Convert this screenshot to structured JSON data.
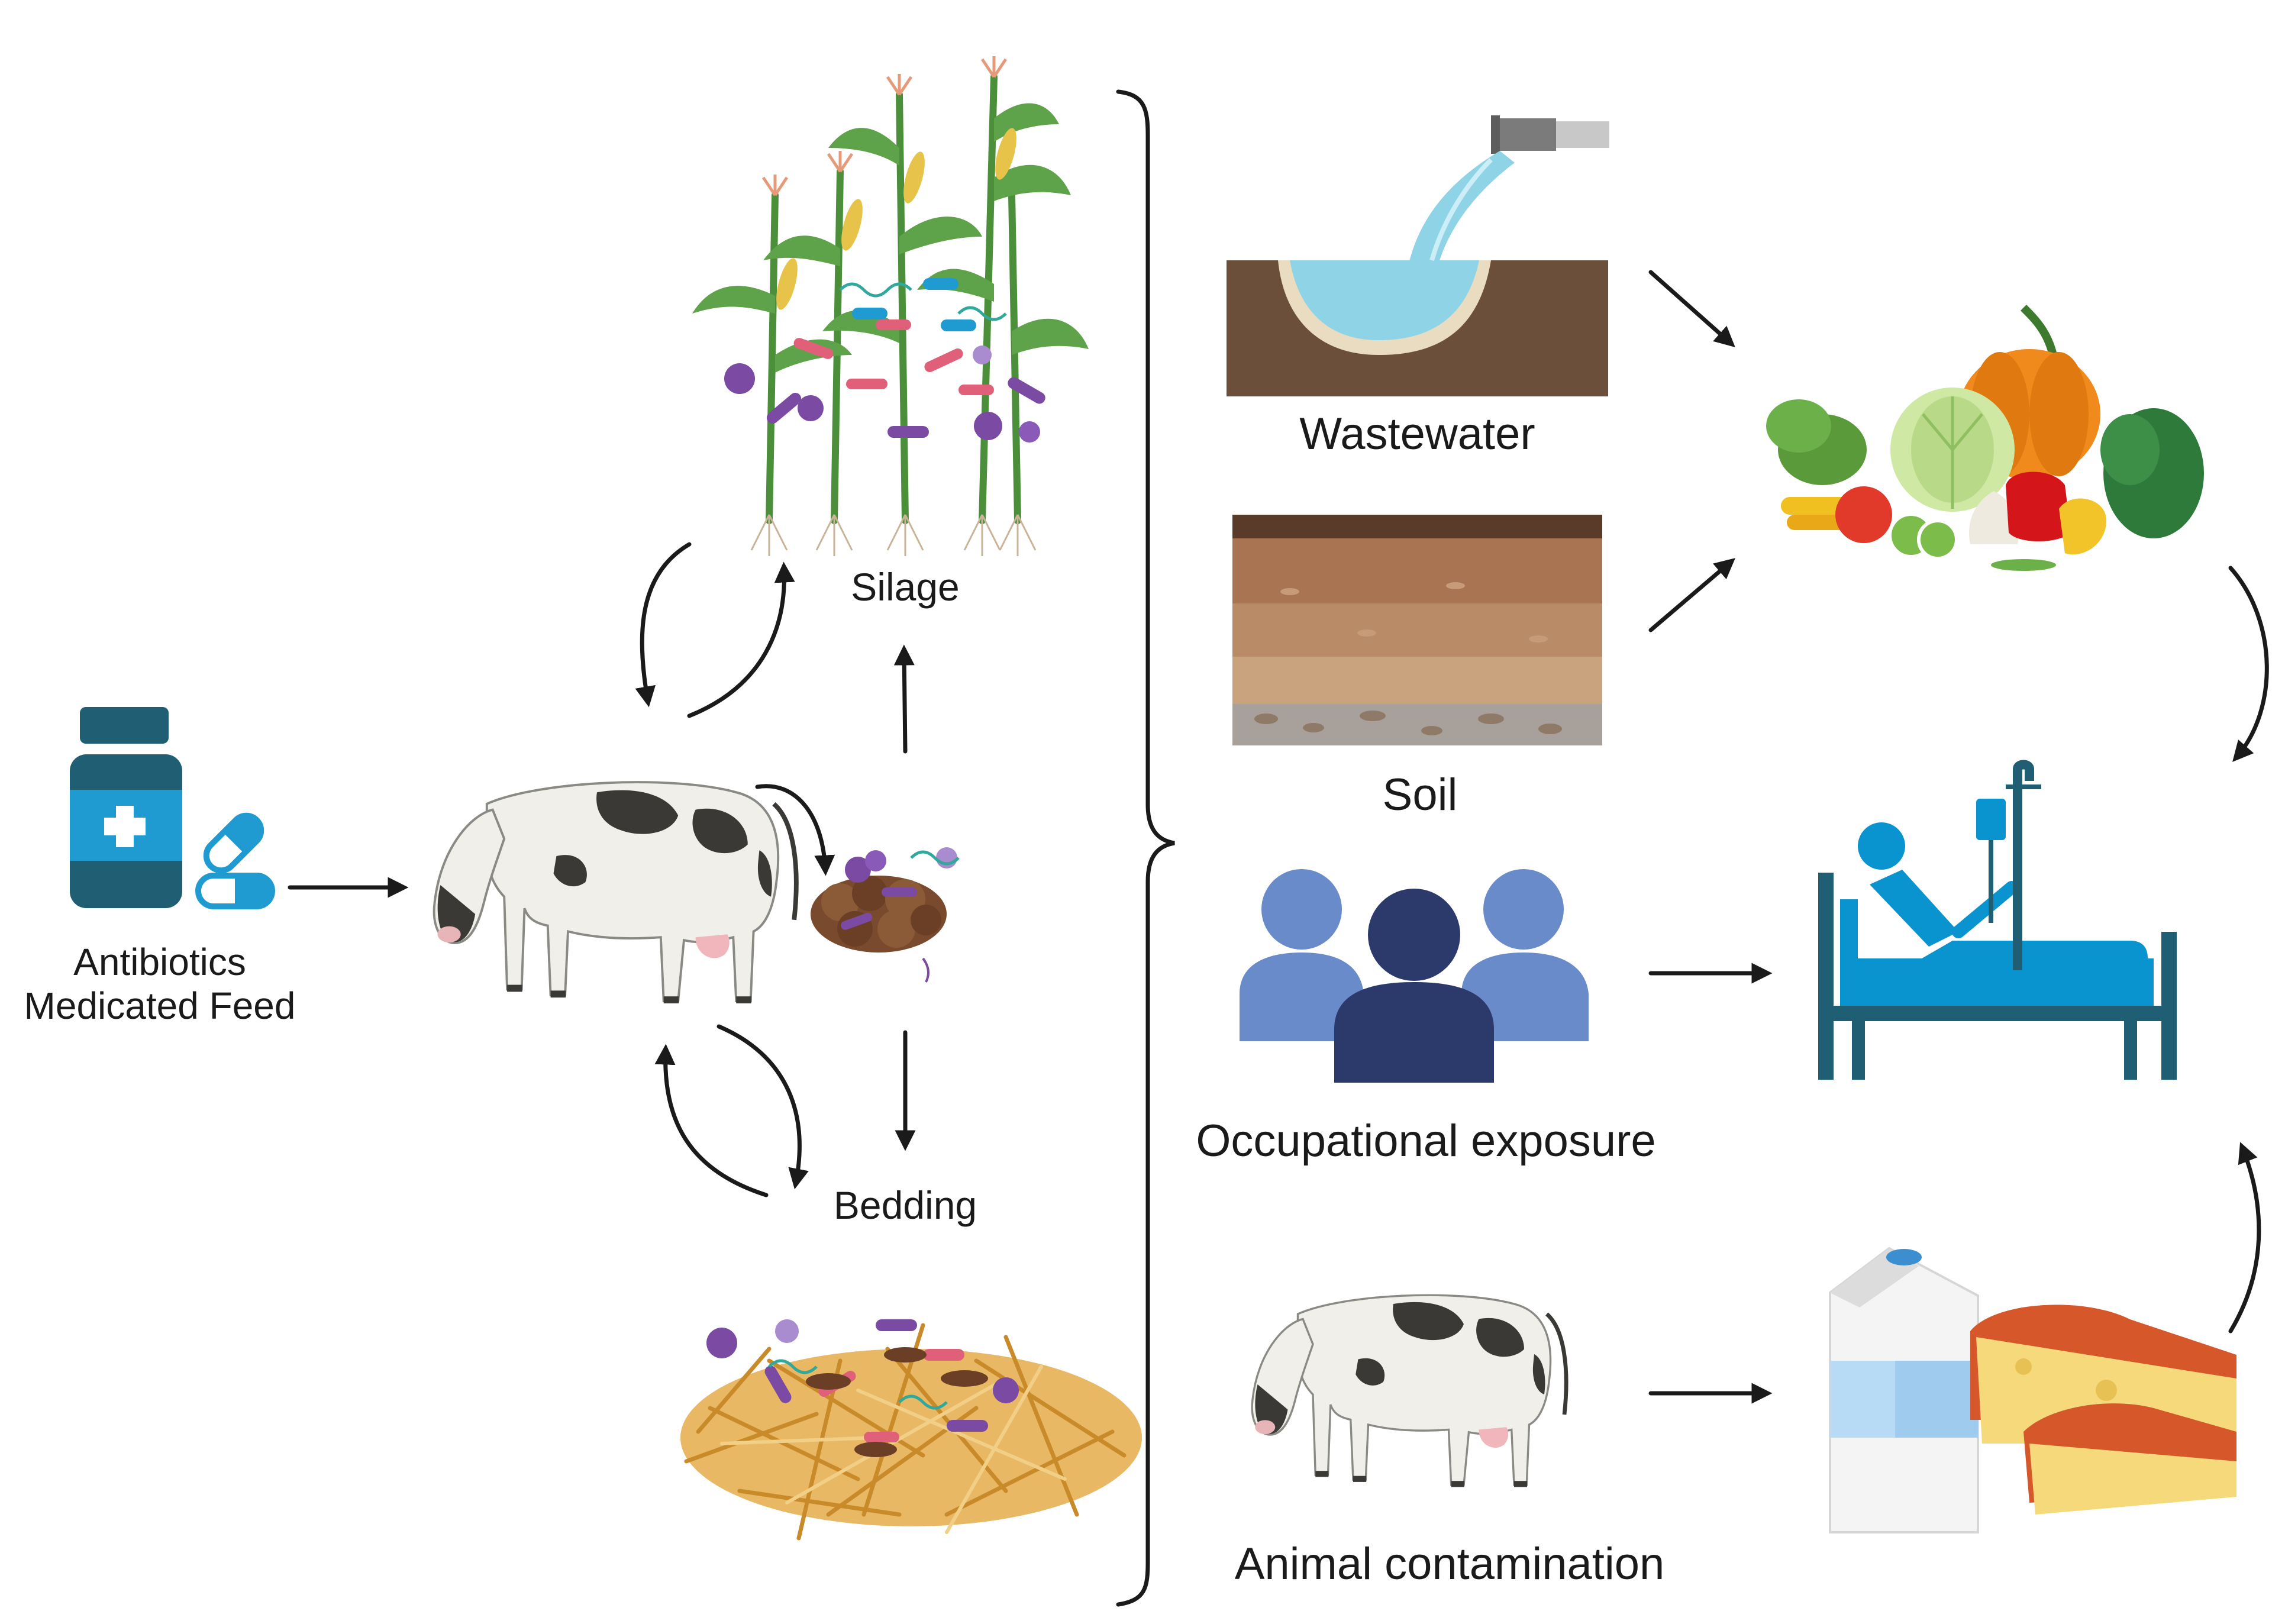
{
  "labels": {
    "antibiotics_line1": "Antibiotics",
    "antibiotics_line2": "Medicated Feed",
    "silage": "Silage",
    "bedding": "Bedding",
    "wastewater": "Wastewater",
    "soil": "Soil",
    "occupational_exposure": "Occupational exposure",
    "animal_contamination": "Animal contamination"
  },
  "colors": {
    "arrow": "#1a1a1a",
    "medicine_teal": "#1f5e73",
    "medicine_blue": "#1f9bd1",
    "hospital_dark": "#1f5e73",
    "hospital_blue": "#0a94cf",
    "people_light": "#6a8bc9",
    "people_dark": "#2b3a6b",
    "soil_brown": "#6b4f3a",
    "water_blue": "#8fd3e6",
    "straw": "#e1a94a",
    "plant_green": "#4c8f3a",
    "microbe_purple": "#7b4aa3",
    "microbe_pink": "#e0607a"
  },
  "icons": [
    "medicine-bottle-icon",
    "pill-capsule-icon",
    "cow-icon",
    "manure-icon",
    "corn-silage-icon",
    "straw-bedding-icon",
    "wastewater-pipe-icon",
    "soil-layers-icon",
    "people-group-icon",
    "vegetables-icon",
    "hospital-bed-icon",
    "milk-carton-icon",
    "cheese-icon"
  ]
}
